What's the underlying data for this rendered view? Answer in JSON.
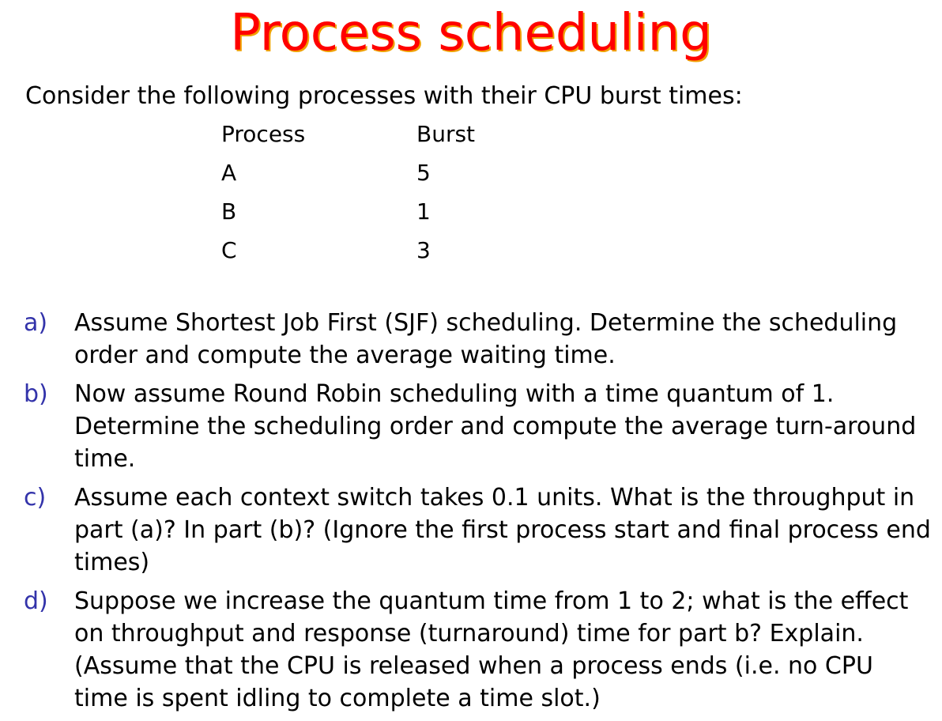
{
  "title": "Process scheduling",
  "intro": "Consider the following processes with their CPU burst times:",
  "process_table": {
    "headers": [
      "Process",
      "Burst"
    ],
    "rows": [
      [
        "A",
        "5"
      ],
      [
        "B",
        "1"
      ],
      [
        "C",
        "3"
      ]
    ]
  },
  "questions": [
    {
      "marker": "a)",
      "text": "Assume Shortest Job First (SJF) scheduling. Determine the scheduling order and compute the average waiting time."
    },
    {
      "marker": "b)",
      "text": "Now assume Round Robin scheduling with a time quantum of 1. Determine the scheduling order and compute the average turn-around time."
    },
    {
      "marker": "c)",
      "text": "Assume each context switch takes 0.1 units. What is the throughput in part (a)? In part (b)? (Ignore the first process start and final process end times)"
    },
    {
      "marker": "d)",
      "text": "Suppose we increase the quantum time from 1 to 2; what is the effect on throughput and response (turnaround) time for part b? Explain. (Assume that the CPU is released when a process ends (i.e. no CPU time is spent idling to complete a time slot.)"
    }
  ],
  "colors": {
    "title": "#ff0000",
    "title_shadow": "#f0a000",
    "markers": "#3333aa",
    "text": "#000000"
  }
}
